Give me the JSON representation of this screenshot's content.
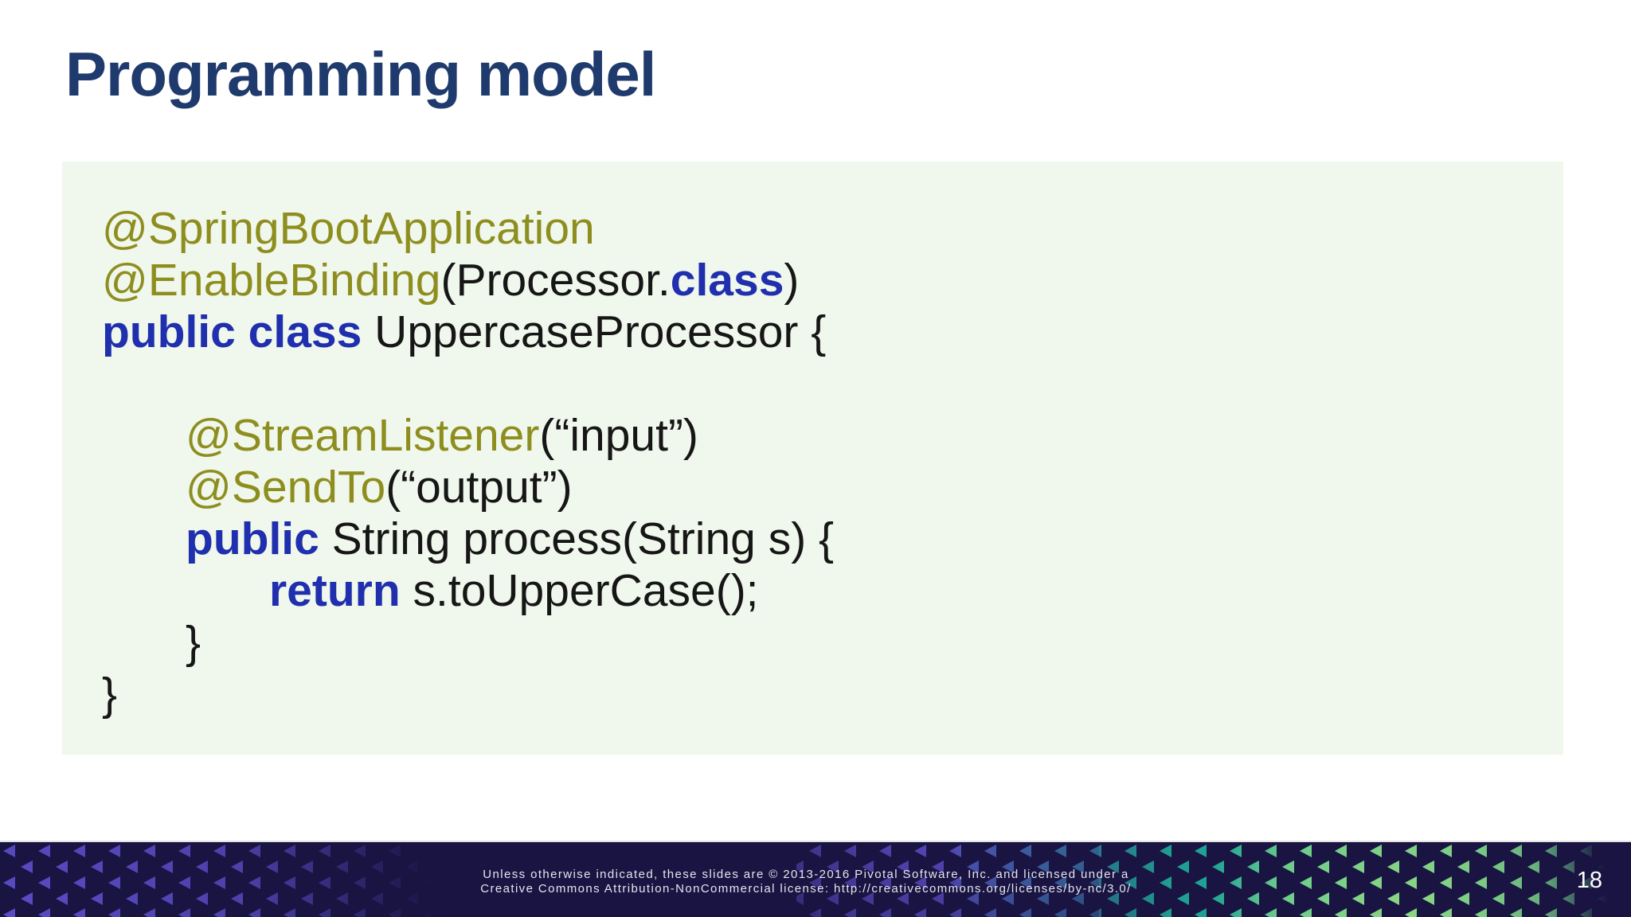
{
  "slide": {
    "title": "Programming model",
    "page_number": "18",
    "footer": {
      "license_line1": "Unless otherwise indicated, these slides are © 2013-2016 Pivotal Software, Inc. and licensed under a",
      "license_line2": "Creative Commons Attribution-NonCommercial license: http://creativecommons.org/licenses/by-nc/3.0/"
    },
    "colors": {
      "title": "#1f3a6d",
      "annotation": "#8e8e1f",
      "keyword": "#1f2fae",
      "code_text": "#161616",
      "code_bg": "#f0f7ec",
      "footer_bg": "#191442",
      "pattern_purple": "#5b4cc4",
      "pattern_teal": "#21c0a5",
      "pattern_green": "#8fd583"
    },
    "code": {
      "lines": [
        {
          "indent": 0,
          "segments": [
            {
              "style": "annotation",
              "text": "@SpringBootApplication"
            }
          ]
        },
        {
          "indent": 0,
          "segments": [
            {
              "style": "annotation",
              "text": "@EnableBinding"
            },
            {
              "style": "plain",
              "text": "(Processor."
            },
            {
              "style": "keyword",
              "text": "class"
            },
            {
              "style": "plain",
              "text": ")"
            }
          ]
        },
        {
          "indent": 0,
          "segments": [
            {
              "style": "keyword",
              "text": "public class"
            },
            {
              "style": "plain",
              "text": " UppercaseProcessor {"
            }
          ]
        },
        {
          "indent": 0,
          "segments": []
        },
        {
          "indent": 1,
          "segments": [
            {
              "style": "annotation",
              "text": "@StreamListener"
            },
            {
              "style": "plain",
              "text": "(“input”)"
            }
          ]
        },
        {
          "indent": 1,
          "segments": [
            {
              "style": "annotation",
              "text": "@SendTo"
            },
            {
              "style": "plain",
              "text": "(“output”)"
            }
          ]
        },
        {
          "indent": 1,
          "segments": [
            {
              "style": "keyword",
              "text": "public"
            },
            {
              "style": "plain",
              "text": " String process(String s) {"
            }
          ]
        },
        {
          "indent": 2,
          "segments": [
            {
              "style": "keyword",
              "text": "return"
            },
            {
              "style": "plain",
              "text": " s.toUpperCase();"
            }
          ]
        },
        {
          "indent": 1,
          "segments": [
            {
              "style": "plain",
              "text": "}"
            }
          ]
        },
        {
          "indent": 0,
          "segments": [
            {
              "style": "plain",
              "text": "}"
            }
          ]
        }
      ]
    }
  }
}
